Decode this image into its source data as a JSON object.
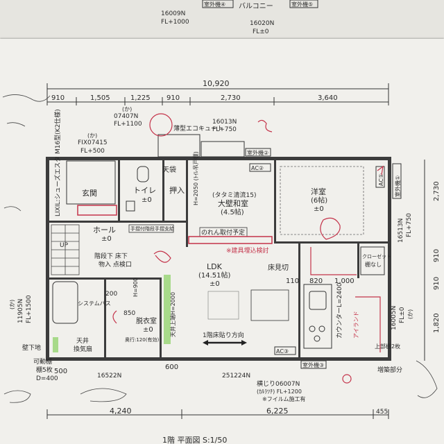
{
  "top_strip": {
    "left_code": "16009N",
    "left_fl": "FL+1000",
    "outdoor_unit_4": "室外機④",
    "balcony": "バルコニー",
    "outdoor_unit_5": "室外機⑤",
    "right_code": "16020N",
    "right_fl": "FL±0"
  },
  "dimensions_top": {
    "total": "10,920",
    "segments": [
      "910",
      "1,505",
      "1,225",
      "910",
      "2,730",
      "3,640"
    ]
  },
  "dimensions_right": [
    "2,730",
    "910",
    "910",
    "1,820"
  ],
  "dimensions_bottom": {
    "small": [
      "500",
      "600"
    ],
    "large": [
      "4,240",
      "6,225",
      "455"
    ]
  },
  "window_labels": [
    {
      "lines": [
        "(か)",
        "07407N",
        "FL+1100"
      ],
      "id": "w07407"
    },
    {
      "lines": [
        "(か)",
        "FIX07415",
        "FL+500"
      ],
      "id": "wfix"
    },
    {
      "lines": [
        "16013N",
        "FL+750"
      ],
      "id": "w16013top"
    },
    {
      "lines": [
        "(か)",
        "11905N",
        "FL+1500"
      ],
      "id": "w11905"
    },
    {
      "lines": [
        "16513N",
        "FL+750"
      ],
      "id": "w16513"
    },
    {
      "lines": [
        "16005N",
        "FL±0",
        "(か)"
      ],
      "id": "w16005"
    }
  ],
  "rooms": {
    "entrance": "玄関",
    "toilet": "トイレ",
    "toilet_level": "±0",
    "storage": "押入",
    "washitsu_note": "(タタミ清流15)",
    "washitsu": "大壁和室",
    "washitsu_size": "(4.5帖)",
    "youshitsu": "洋室",
    "youshitsu_size": "(6帖)",
    "youshitsu_level": "±0",
    "hall": "ホール",
    "hall_level": "±0",
    "ldk": "LDK",
    "ldk_size": "(14.51帖)",
    "ldk_level": "±0",
    "bath": "システムバス",
    "dressing": "脱衣室",
    "dressing_level": "±0",
    "closet": "クローゼット",
    "closet_sub": "棚なし"
  },
  "annotations": {
    "thin_ecocute": "薄型エコキュート",
    "outdoor_unit_2": "室外機②",
    "ac2": "AC②",
    "ac1": "AC①",
    "outdoor_unit_1": "室外機①",
    "shoebox": "LIXIL:シューズエスタ M16型(K2仕様)",
    "tsurido": "H=2050 (ﾄｲﾚ吊戸棚)",
    "handrail": "手摺付階段手摺支給",
    "noren": "のれん取付予定",
    "built_in_shelf": "※建具埋込検討",
    "floor_cut": "床見切",
    "dim_110": "110",
    "dim_820": "820",
    "dim_1000": "1,000",
    "under_stairs": "階段下 床下",
    "storage_check": "物入 点検口",
    "up": "UP",
    "h900": "H=900",
    "dim_200": "200",
    "dim_850": "850",
    "wall_lower": "壁下地",
    "movable_shelf": "可動棚",
    "shelf_count": "棚5枚",
    "shelf_depth": "D=400",
    "ceiling_height": "天井上端H=2000",
    "ceiling_vent": "天井",
    "vent_fan": "換気扇",
    "depth_note": "奥行:120(有効)",
    "floor_direction": "1階床貼り方向",
    "counter": "カウンターL=2400",
    "pantry": "アイランド",
    "upper_shelf": "上部棚2枚",
    "ac3": "AC③",
    "outdoor_unit_3": "室外機③",
    "extension": "増築部分",
    "code_16522": "16522N",
    "code_251224": "251224N",
    "window_bottom": "横じり06007N",
    "window_bottom_2": "(ｶﾙﾗﾂﾁ) FL+1200",
    "film_note": "※フイルム施工有",
    "title": "1階 平面図 S:1/50"
  },
  "colors": {
    "paper": "#f1f0ec",
    "ink": "#2a2a2a",
    "red_pen": "#c4334a",
    "green_marker": "#8fd36a"
  }
}
